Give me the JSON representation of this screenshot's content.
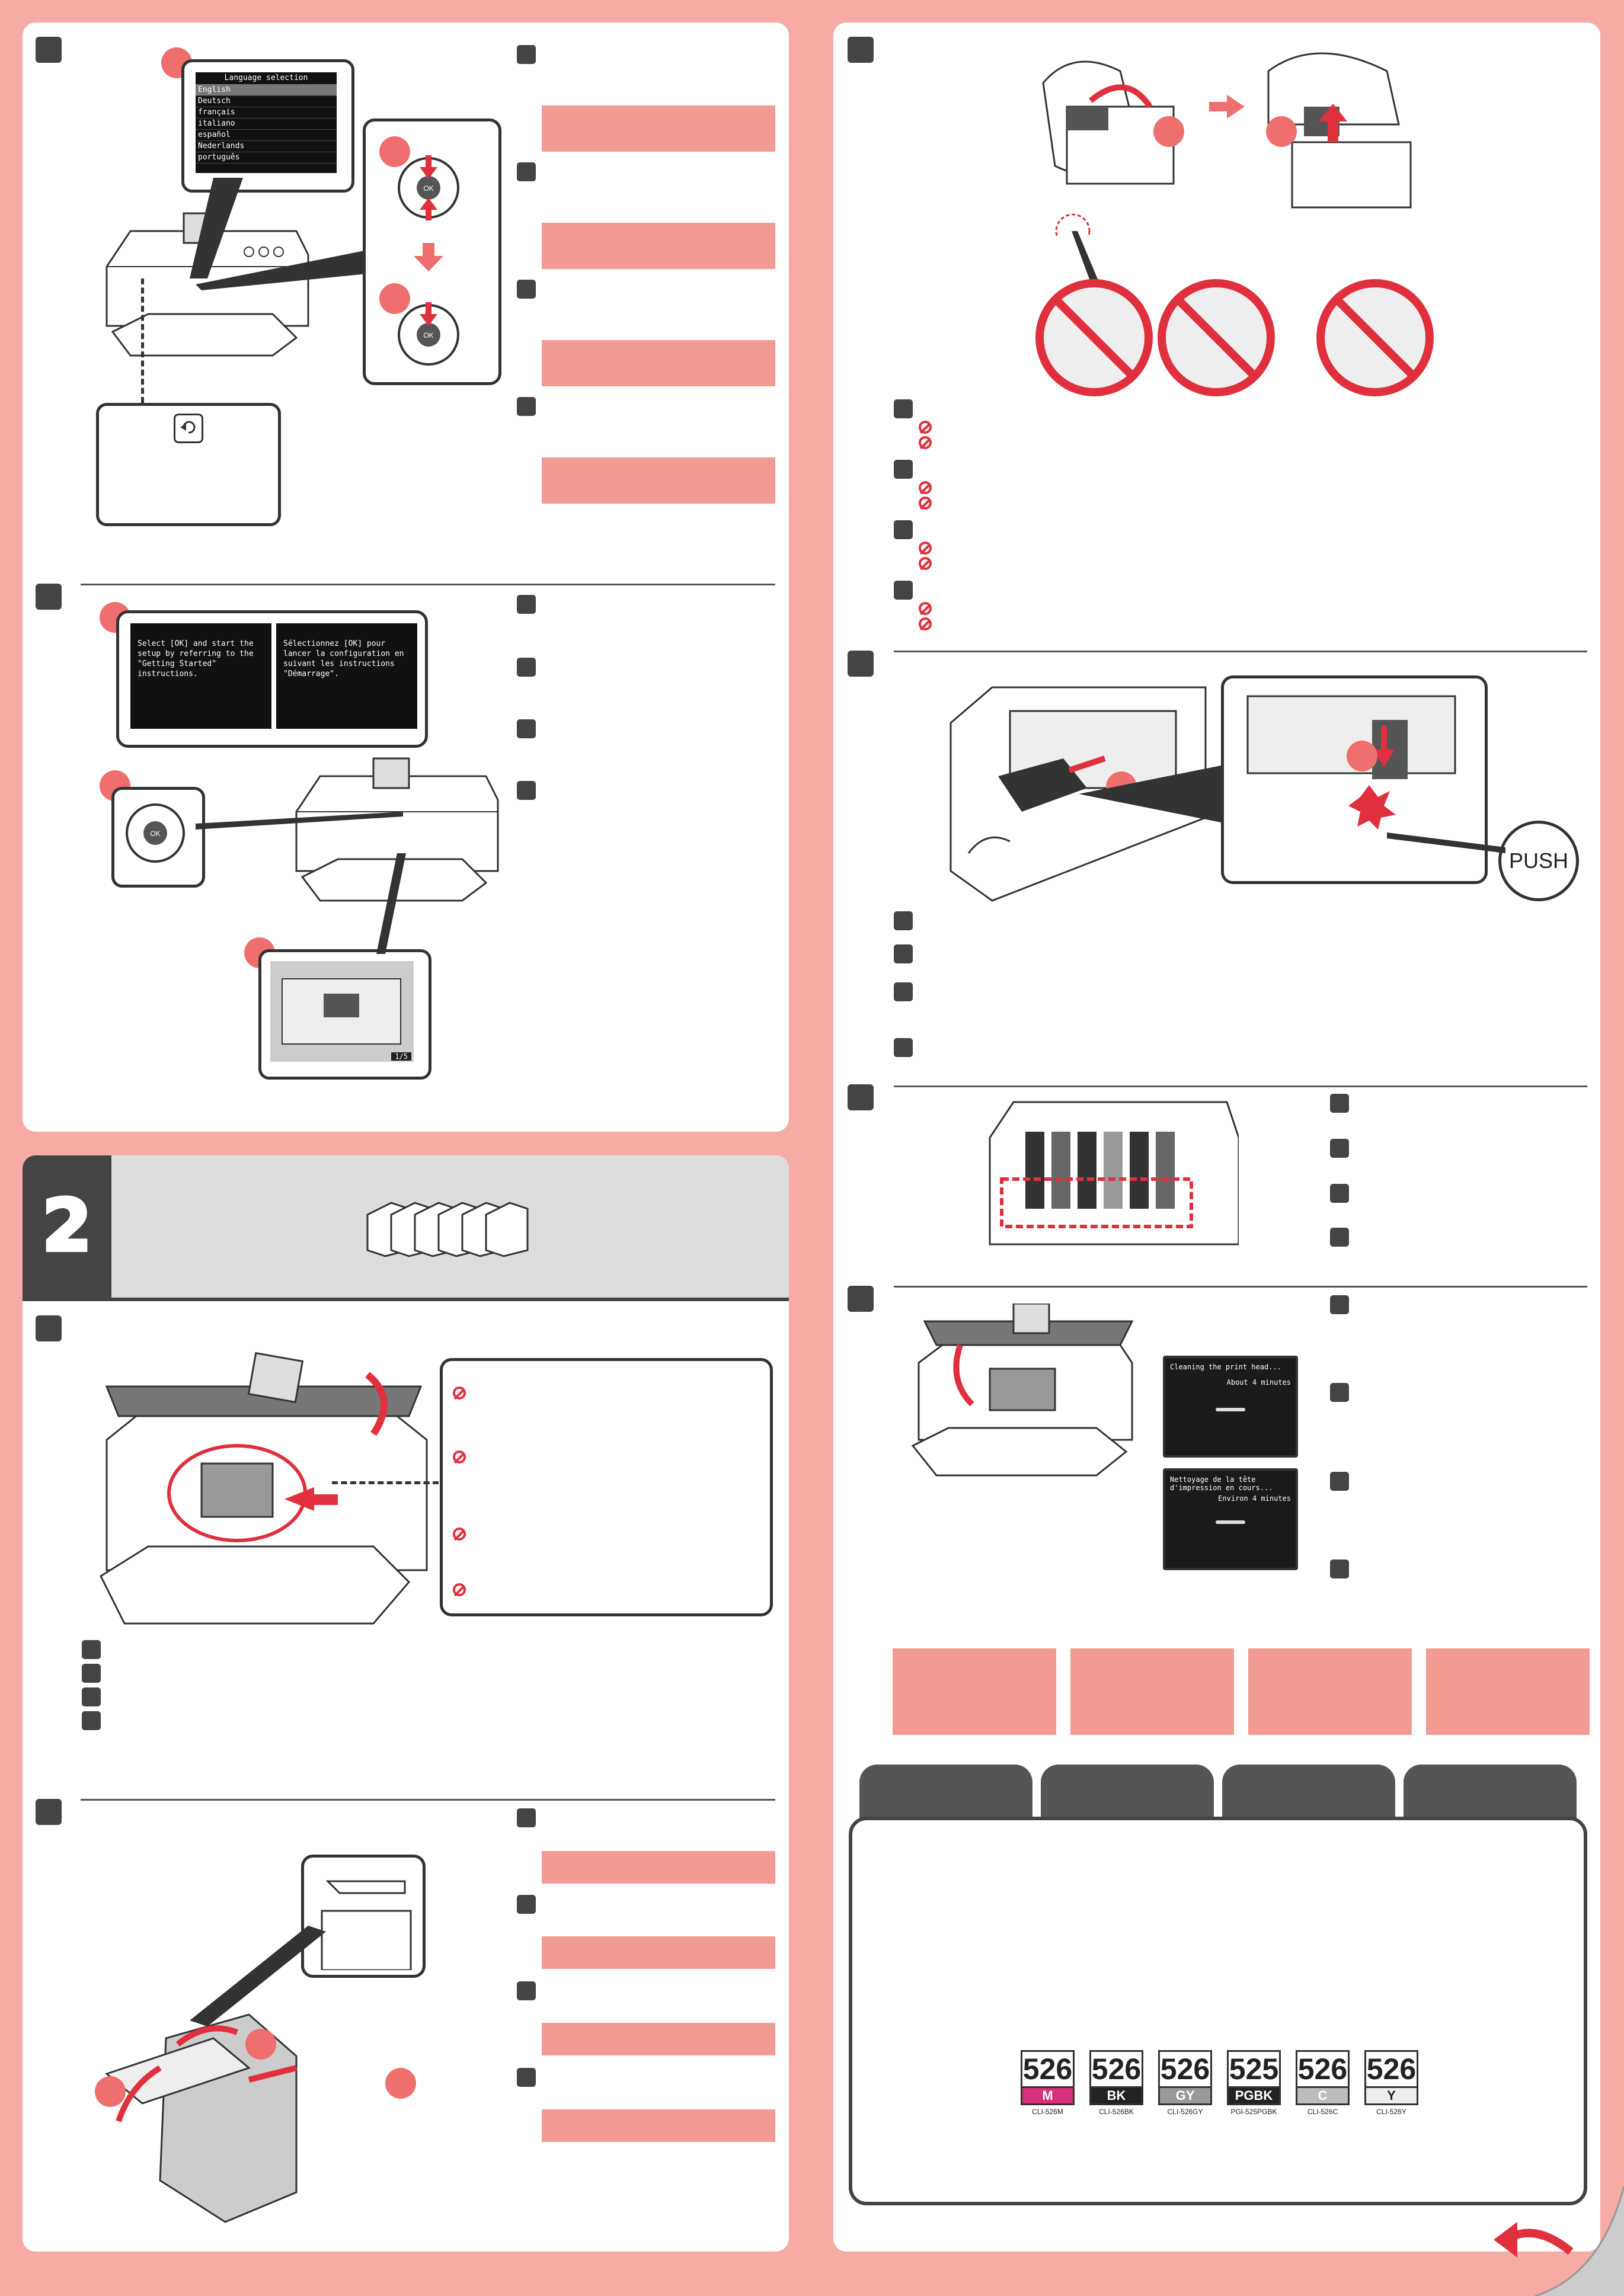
{
  "section_two": {
    "number": "2"
  },
  "lcd_language": {
    "title": "Language selection",
    "items": [
      "English",
      "Deutsch",
      "français",
      "italiano",
      "español",
      "Nederlands",
      "português"
    ]
  },
  "lcd_setup": {
    "en": "Select [OK] and start the setup by referring to the \"Getting Started\" instructions.",
    "fr": "Sélectionnez [OK] pour lancer la configuration en suivant les instructions \"Démarrage\"."
  },
  "lcd_page_indicator": "1/5",
  "lcd_cleaning": {
    "en_title": "Cleaning the print head...",
    "en_time": "About 4 minutes",
    "fr_title": "Nettoyage de la tête d'impression en cours...",
    "fr_time": "Environ 4 minutes"
  },
  "push_label": "PUSH",
  "ink_tanks": [
    {
      "num": "526",
      "band": "M",
      "code": "CLI-526M",
      "color": "#d6317a"
    },
    {
      "num": "526",
      "band": "BK",
      "code": "CLI-526BK",
      "color": "#222222"
    },
    {
      "num": "526",
      "band": "GY",
      "code": "CLI-526GY",
      "color": "#9a9a9a"
    },
    {
      "num": "525",
      "band": "PGBK",
      "code": "PGI-525PGBK",
      "color": "#222222"
    },
    {
      "num": "526",
      "band": "C",
      "code": "CLI-526C",
      "color": "#bdbdbd"
    },
    {
      "num": "526",
      "band": "Y",
      "code": "CLI-526Y",
      "color": "#eeeeee"
    }
  ],
  "colors": {
    "background": "#f7aba5",
    "accent": "#ef6e6e",
    "bar": "#f29b93",
    "dark": "#444444",
    "prohibit": "#e0303d"
  }
}
